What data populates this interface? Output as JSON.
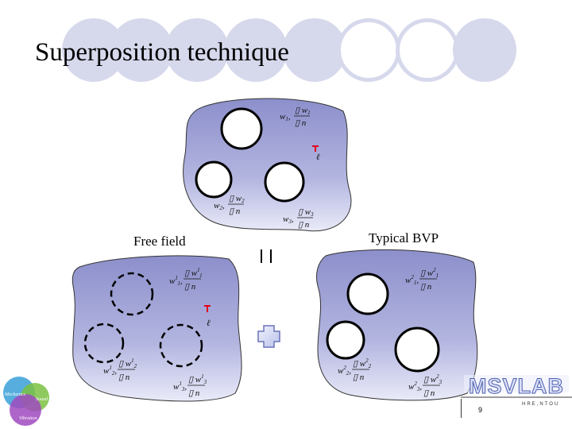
{
  "slide": {
    "title": "Superposition technique",
    "page_number": "9"
  },
  "labels": {
    "free_field": "Free field",
    "typical_bvp": "Typical BVP",
    "equals": "=",
    "plus": "+"
  },
  "logo": {
    "lab_text": "MSVLAB",
    "lab_subtext": "HRE,NTOU"
  },
  "colors": {
    "decoration": "#d6d8ec",
    "domain_fill": "#a9abd8",
    "plus_fill": "#dfe3ff",
    "marker_red": "#e2001a"
  }
}
